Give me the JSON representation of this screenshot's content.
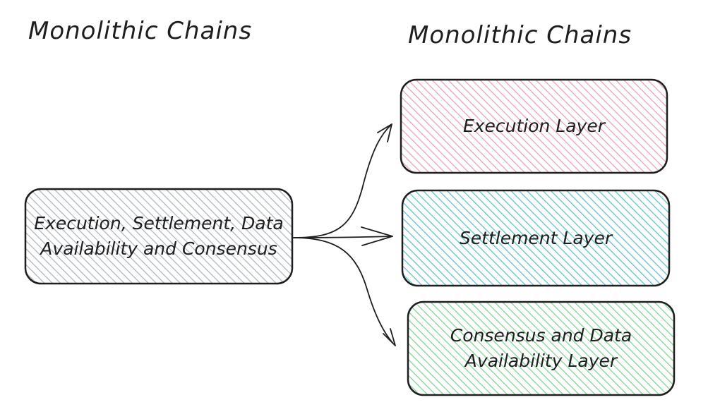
{
  "titles": {
    "left": "Monolithic Chains",
    "right": "Monolithic Chains"
  },
  "monolithic_box": {
    "label": "Execution, Settlement, Data Availability and Consensus",
    "color": "#adb5bd"
  },
  "layers": [
    {
      "label": "Execution Layer",
      "color": "#e8a0b4"
    },
    {
      "label": "Settlement Layer",
      "color": "#5bc0cf"
    },
    {
      "label": "Consensus and Data Availability Layer",
      "color": "#7fd38f"
    }
  ]
}
